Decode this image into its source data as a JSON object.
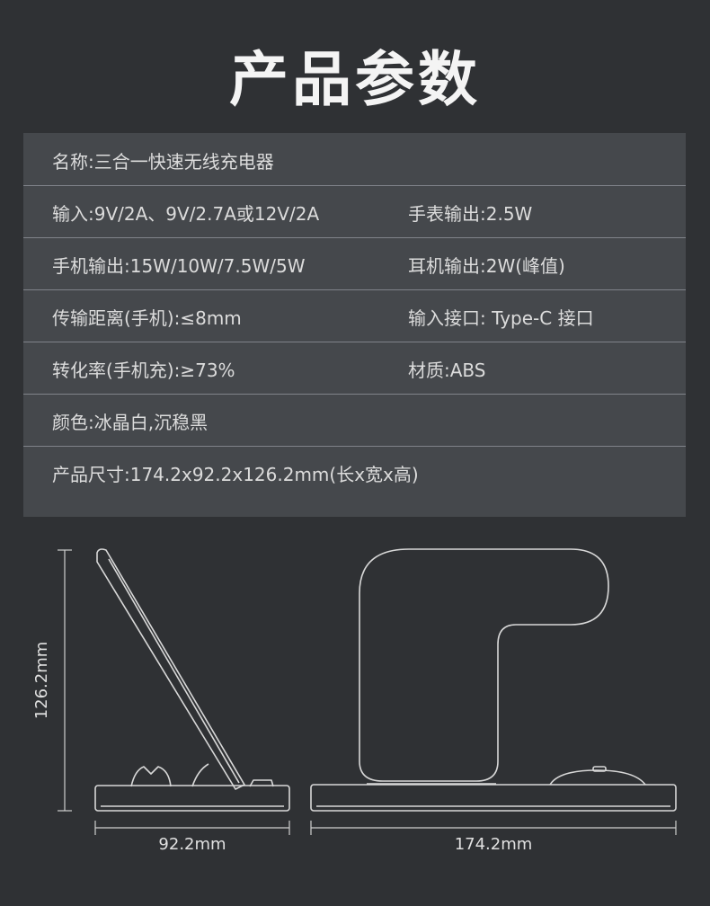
{
  "title": "产品参数",
  "specs": [
    {
      "left": "名称:三合一快速无线充电器",
      "right": ""
    },
    {
      "left": "输入:9V/2A、9V/2.7A或12V/2A",
      "right": "手表输出:2.5W"
    },
    {
      "left": "手机输出:15W/10W/7.5W/5W",
      "right": "耳机输出:2W(峰值)"
    },
    {
      "left": "传输距离(手机):≤8mm",
      "right": "输入接口: Type-C 接口"
    },
    {
      "left": "转化率(手机充):≥73%",
      "right": "材质:ABS"
    },
    {
      "left": "颜色:冰晶白,沉稳黑",
      "right": ""
    },
    {
      "left": "产品尺寸:174.2x92.2x126.2mm(长x宽x高)",
      "right": ""
    }
  ],
  "dimensions": {
    "height_label": "126.2mm",
    "depth_label": "92.2mm",
    "length_label": "174.2mm"
  }
}
